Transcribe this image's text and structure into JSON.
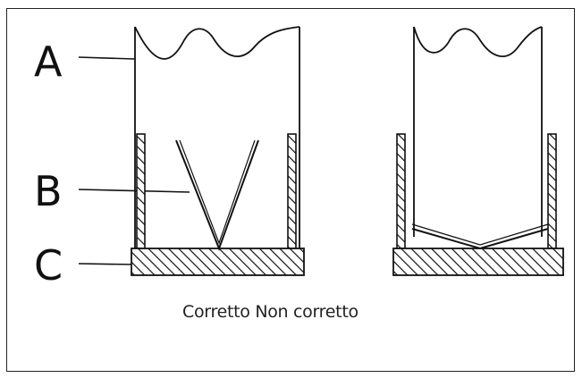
{
  "labels": {
    "a": "A",
    "b": "B",
    "c": "C"
  },
  "caption": "Corretto Non corretto",
  "colors": {
    "ink": "#111111",
    "paper": "#ffffff"
  }
}
